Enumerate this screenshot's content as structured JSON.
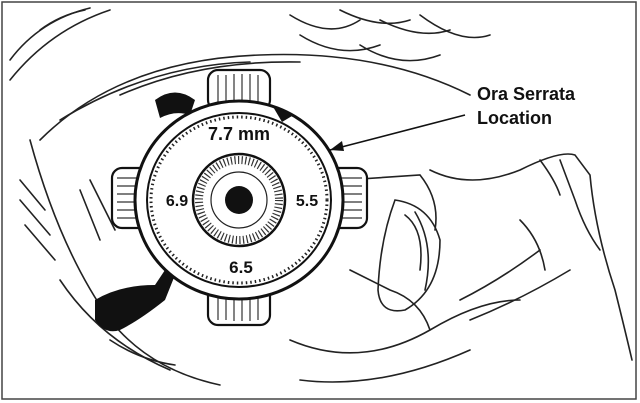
{
  "diagram": {
    "annotation": {
      "line1": "Ora Serrata",
      "line2": "Location"
    },
    "measurements": {
      "top": "7.7 mm",
      "left": "6.9",
      "right": "5.5",
      "bottom": "6.5"
    }
  }
}
